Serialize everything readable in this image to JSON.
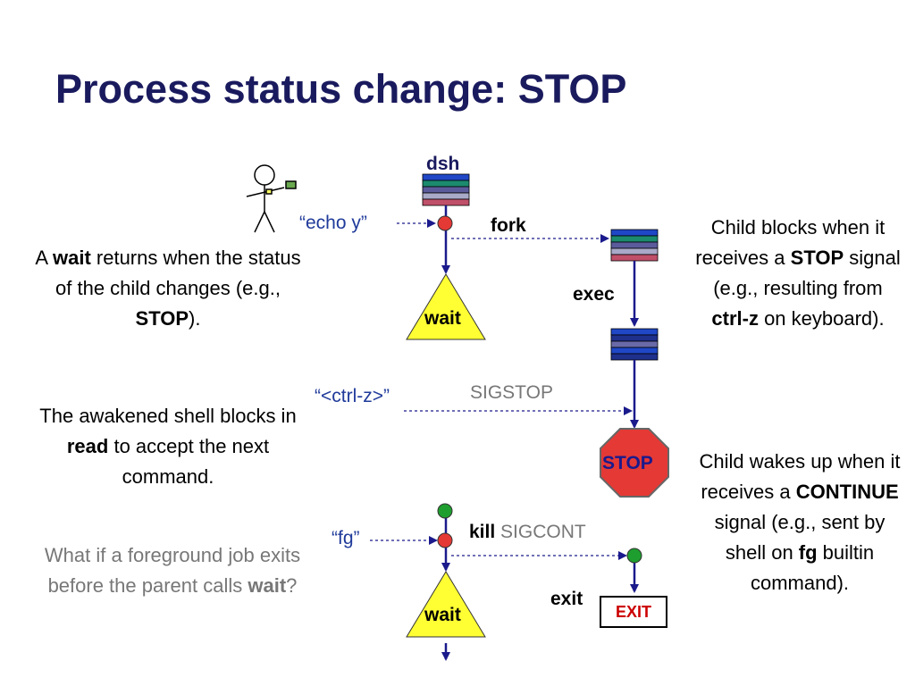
{
  "title": "Process status change: STOP",
  "labels": {
    "dsh": "dsh",
    "echo": "“echo y”",
    "fork": "fork",
    "exec": "exec",
    "wait1": "wait",
    "ctrlz": "“<ctrl-z>”",
    "sigstop": "SIGSTOP",
    "stop": "STOP",
    "fg": "“fg”",
    "kill": "kill",
    "sigcont": "SIGCONT",
    "exit": "exit",
    "exitbox": "EXIT",
    "wait2": "wait"
  },
  "left_texts": {
    "wait_a": "A ",
    "wait_b": "wait",
    "wait_c": " returns when the status of the child changes (e.g., ",
    "wait_d": "STOP",
    "wait_e": ").",
    "read_a": "The awakened shell blocks in ",
    "read_b": "read",
    "read_c": " to accept the next command.",
    "q_a": "What if a foreground job exits before the parent calls ",
    "q_b": "wait",
    "q_c": "?"
  },
  "right_texts": {
    "blocks_a": "Child blocks when it receives a ",
    "blocks_b": "STOP",
    "blocks_c": " signal (e.g., resulting from ",
    "blocks_d": "ctrl-z",
    "blocks_e": " on keyboard).",
    "wakes_a": "Child wakes up when it receives a ",
    "wakes_b": "CONTINUE",
    "wakes_c": " signal (e.g., sent by shell on ",
    "wakes_d": "fg",
    "wakes_e": " builtin command)."
  },
  "colors": {
    "title": "#1a1a5e",
    "arrow": "#1a1a8c",
    "wait_fill": "#ffff33",
    "stop_fill": "#e53935",
    "red_dot": "#e53935",
    "green_dot": "#1e9e2e",
    "gray_text": "#777777"
  }
}
